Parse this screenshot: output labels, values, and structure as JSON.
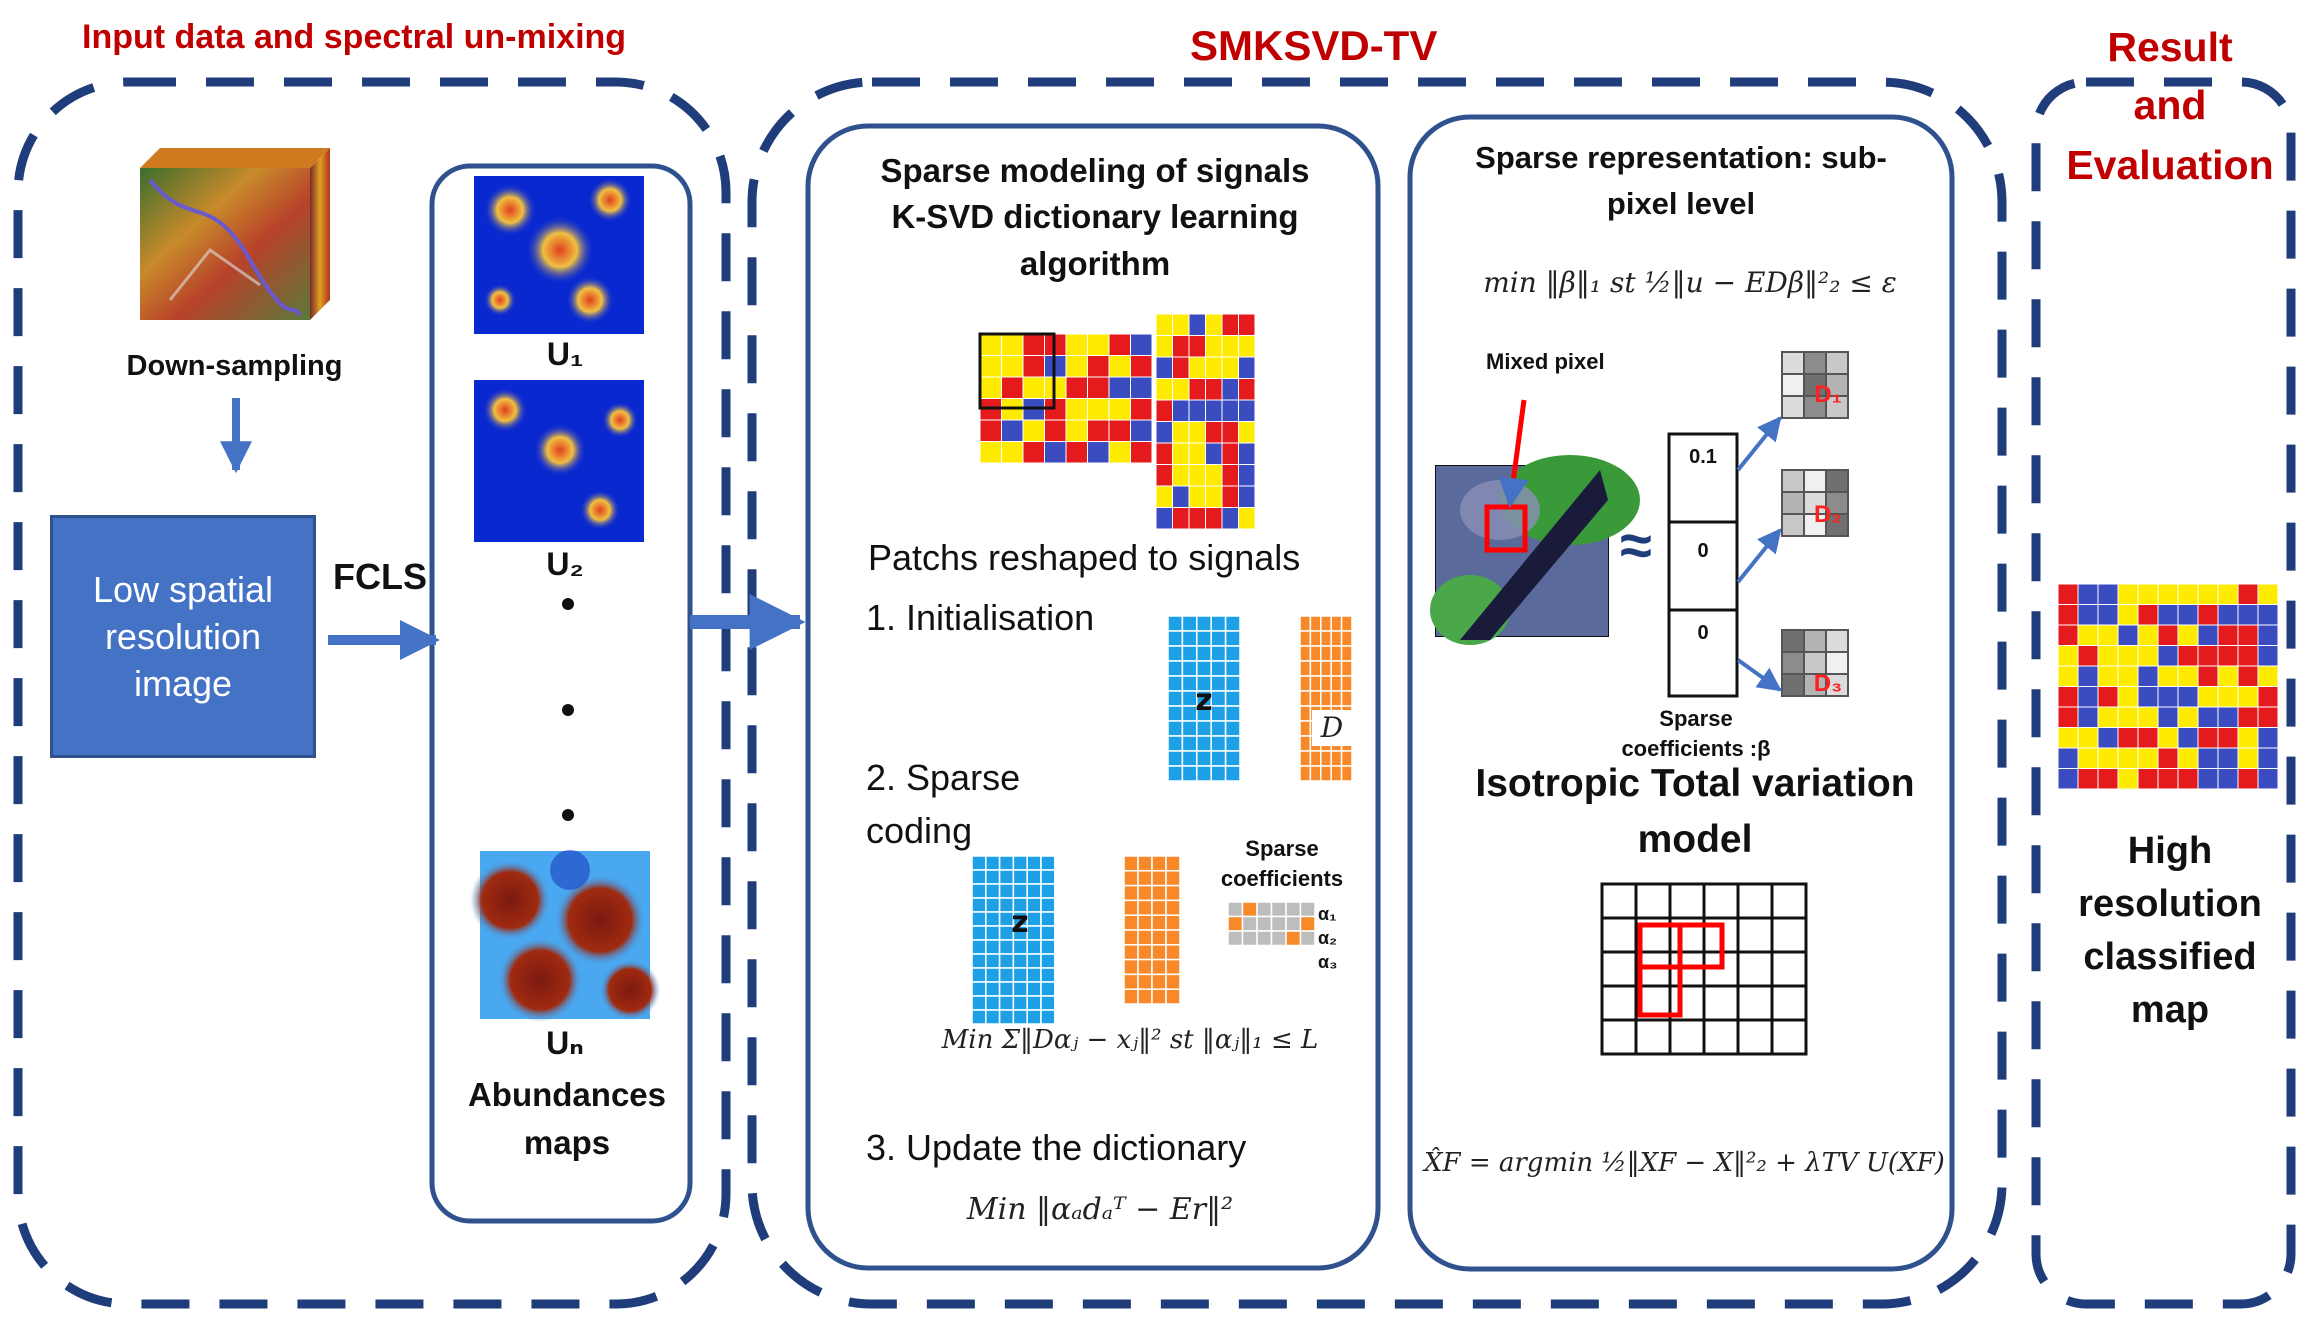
{
  "sections": {
    "input_title": "Input data and spectral un-mixing",
    "smksvd_title": "SMKSVD-TV",
    "result_title_line1": "Result",
    "result_title_line2": "and",
    "result_title_line3": "Evaluation"
  },
  "input": {
    "down_sampling": "Down-sampling",
    "low_res_line1": "Low spatial",
    "low_res_line2": "resolution",
    "low_res_line3": "image",
    "fcls": "FCLS",
    "u1": "U₁",
    "u2": "U₂",
    "un": "Uₙ",
    "abundances_line1": "Abundances",
    "abundances_line2": "maps"
  },
  "ksvd": {
    "title_line1": "Sparse modeling of signals",
    "title_line2": "K-SVD dictionary learning",
    "title_line3": "algorithm",
    "patches_text": "Patchs reshaped to signals",
    "step1": "1.    Initialisation",
    "z_label": "z",
    "d_label": "D",
    "step2_line1": "2.   Sparse",
    "step2_line2": "coding",
    "z_label2": "z",
    "sparse_coeff_line1": "Sparse",
    "sparse_coeff_line2": "coefficients",
    "alpha1": "α₁",
    "alpha2": "α₂",
    "alpha3": "α₃",
    "sparse_coding_formula": "Min Σ‖Dαⱼ − xⱼ‖²  st  ‖αⱼ‖₁ ≤ L",
    "step3": "3. Update the dictionary",
    "update_formula": "Min ‖αₐdₐᵀ − Er‖²"
  },
  "sparse_rep": {
    "title_line1": "Sparse representation: sub-",
    "title_line2": "pixel level",
    "formula": "min ‖β‖₁   st   ½‖u − EDβ‖²₂ ≤ ε",
    "mixed_pixel": "Mixed pixel",
    "approx": "≈",
    "coef1": "0.1",
    "coef2": "0",
    "coef3": "0",
    "d1": "D₁",
    "d2": "D₂",
    "d3": "D₃",
    "sparse_label_line1": "Sparse",
    "sparse_label_line2": "coefficients :β",
    "tv_title_line1": "Isotropic Total variation",
    "tv_title_line2": "model",
    "tv_formula": "X̂F = argmin ½‖XF − X‖²₂ + λTV U(XF)"
  },
  "result": {
    "label_line1": "High",
    "label_line2": "resolution",
    "label_line3": "classified",
    "label_line4": "map"
  },
  "colors": {
    "dash_blue": "#1f3d7a",
    "box_blue": "#2f528f",
    "arrow_blue": "#4472c4",
    "title_red": "#c00000",
    "grid_red": "#e41a1c",
    "grid_yellow": "#ffeb00",
    "grid_blue": "#3b4cc0",
    "dict_blue": "#1ea0e6",
    "dict_orange": "#f7892a"
  }
}
